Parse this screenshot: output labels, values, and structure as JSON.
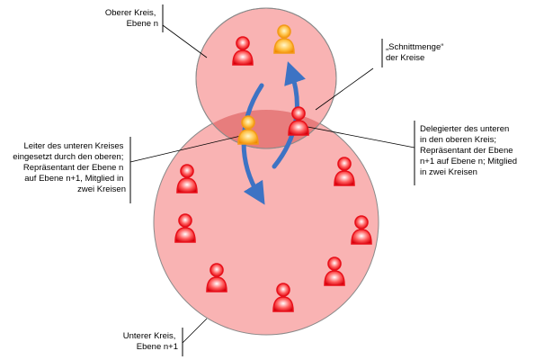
{
  "labels": {
    "upper_circle": [
      "Oberer Kreis,",
      "Ebene n"
    ],
    "intersection": [
      "„Schnittmenge“",
      "der Kreise"
    ],
    "leader": [
      "Leiter des unteren Kreises",
      "eingesetzt durch den oberen;",
      "Repräsentant der Ebene n",
      "auf Ebene n+1, Mitglied in",
      "zwei Kreisen"
    ],
    "delegate": [
      "Delegierter des unteren",
      "in den oberen Kreis;",
      "Repräsentant der Ebene",
      "n+1 auf Ebene n; Mitglied",
      "in zwei Kreisen"
    ],
    "lower_circle": [
      "Unterer Kreis,",
      "Ebene n+1"
    ]
  },
  "colors": {
    "circle_fill": "#f9b3b3",
    "intersection_fill": "#e77d7d",
    "circle_stroke": "#8a8a8a",
    "person_red": "#e8101a",
    "person_orange": "#f39a18",
    "arrow": "#3d73c4"
  },
  "icons": {
    "person": "person-icon",
    "arrow": "curved-arrow-icon"
  }
}
